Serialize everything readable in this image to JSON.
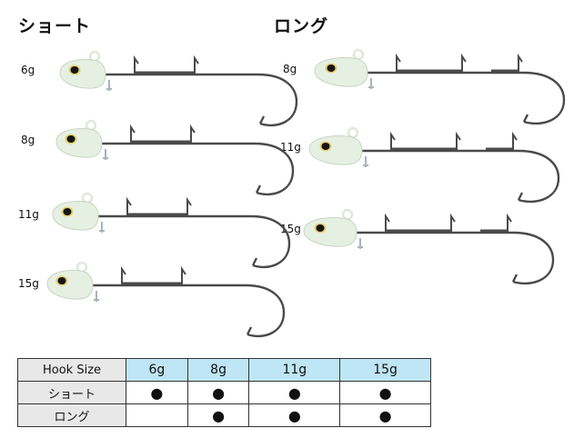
{
  "sections": {
    "short": {
      "title": "ショート",
      "weights": [
        "6g",
        "8g",
        "11g",
        "15g"
      ]
    },
    "long": {
      "title": "ロング",
      "weights": [
        "8g",
        "11g",
        "15g"
      ]
    }
  },
  "table": {
    "corner": "Hook Size",
    "columns": [
      "6g",
      "8g",
      "11g",
      "15g"
    ],
    "rows": [
      {
        "label": "ショート",
        "cells": [
          "●",
          "●",
          "●",
          "●"
        ]
      },
      {
        "label": "ロング",
        "cells": [
          "",
          "●",
          "●",
          "●"
        ]
      }
    ]
  },
  "colors": {
    "head": "#e6f0e2",
    "hook": "#4a4a4a",
    "header_fill": "#bfe6f5"
  }
}
